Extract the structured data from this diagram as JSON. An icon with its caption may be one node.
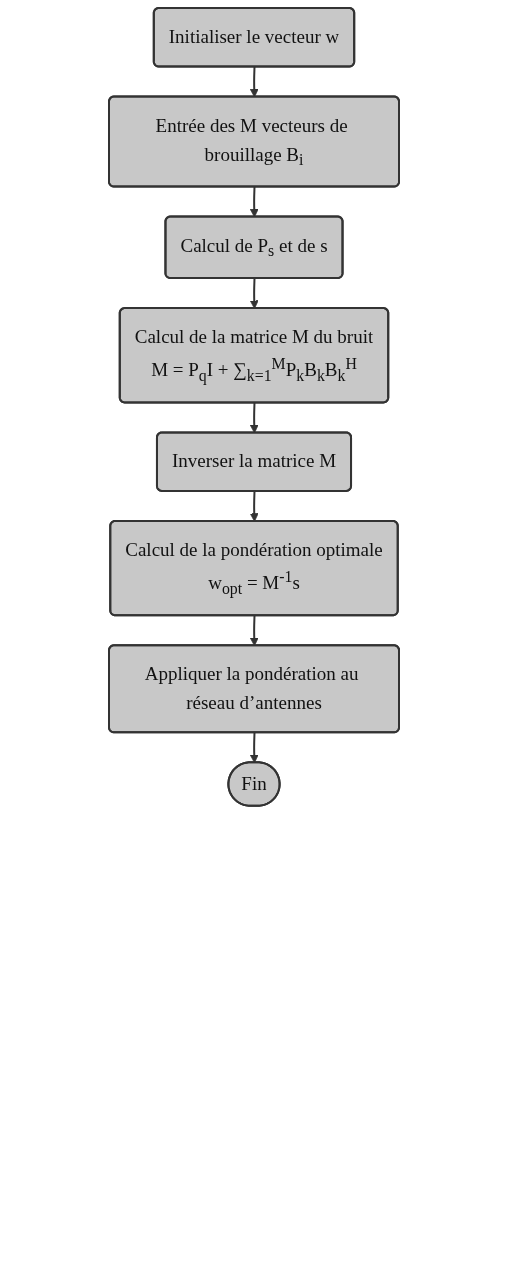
{
  "diagram": {
    "nodes": [
      {
        "text": [
          "Initialiser le vecteur w"
        ]
      },
      {
        "text": [
          "Entrée des M vecteurs de brouillage B$_{i}$"
        ]
      },
      {
        "text": [
          "Calcul de P$_{s}$ et de s"
        ]
      },
      {
        "text": [
          "Calcul de la matrice M du bruit",
          "M = P$_{q}$I + ∑$_{k=1}$$^{M}$P$_{k}$B$_{k}$B$_{k}$$^{H}$"
        ]
      },
      {
        "text": [
          "Inverser la matrice M"
        ]
      },
      {
        "text": [
          "Calcul de la pondération optimale",
          "w$_{opt}$ = M$^{-1}$s"
        ]
      },
      {
        "text": [
          "Appliquer la pondération au réseau d’antennes"
        ]
      },
      {
        "text": [
          "Fin"
        ]
      }
    ],
    "edges": [
      {
        "from": 0,
        "to": 1,
        "arrow": "to"
      },
      {
        "from": 1,
        "to": 2,
        "arrow": "to"
      },
      {
        "from": 2,
        "to": 3,
        "arrow": "to"
      },
      {
        "from": 3,
        "to": 4,
        "arrow": "to"
      },
      {
        "from": 4,
        "to": 5,
        "arrow": "to"
      },
      {
        "from": 5,
        "to": 6,
        "arrow": "to"
      },
      {
        "from": 6,
        "to": 7,
        "arrow": "to"
      }
    ]
  }
}
